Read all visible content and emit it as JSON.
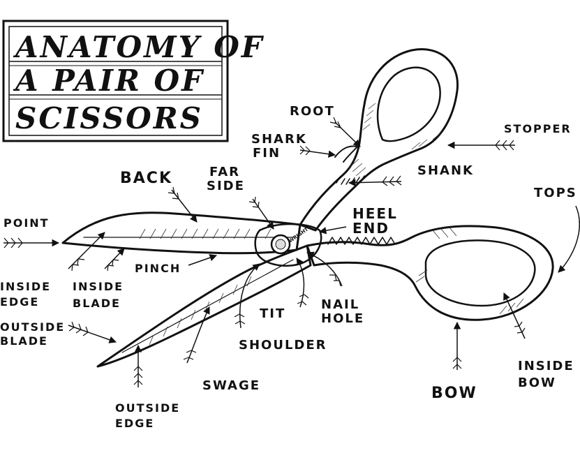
{
  "title": {
    "lines": [
      "ANATOMY OF",
      "A PAIR OF",
      "SCISSORS"
    ]
  },
  "brand_mark": "WRIGHT",
  "labels": {
    "root": "ROOT",
    "shark_fin_1": "SHARK",
    "shark_fin_2": "FIN",
    "stopper": "STOPPER",
    "shank": "SHANK",
    "tops": "TOPS",
    "back": "BACK",
    "far_side_1": "FAR",
    "far_side_2": "SIDE",
    "heel_end_1": "HEEL",
    "heel_end_2": "END",
    "point": "POINT",
    "pinch": "PINCH",
    "inside_edge_1": "INSIDE",
    "inside_edge_2": "EDGE",
    "inside_blade_1": "INSIDE",
    "inside_blade_2": "BLADE",
    "outside_blade_1": "OUTSIDE",
    "outside_blade_2": "BLADE",
    "tit": "TIT",
    "nail_hole_1": "NAIL",
    "nail_hole_2": "HOLE",
    "shoulder": "SHOULDER",
    "swage": "SWAGE",
    "outside_edge_1": "OUTSIDE",
    "outside_edge_2": "EDGE",
    "bow": "BOW",
    "inside_bow_1": "INSIDE",
    "inside_bow_2": "BOW"
  }
}
